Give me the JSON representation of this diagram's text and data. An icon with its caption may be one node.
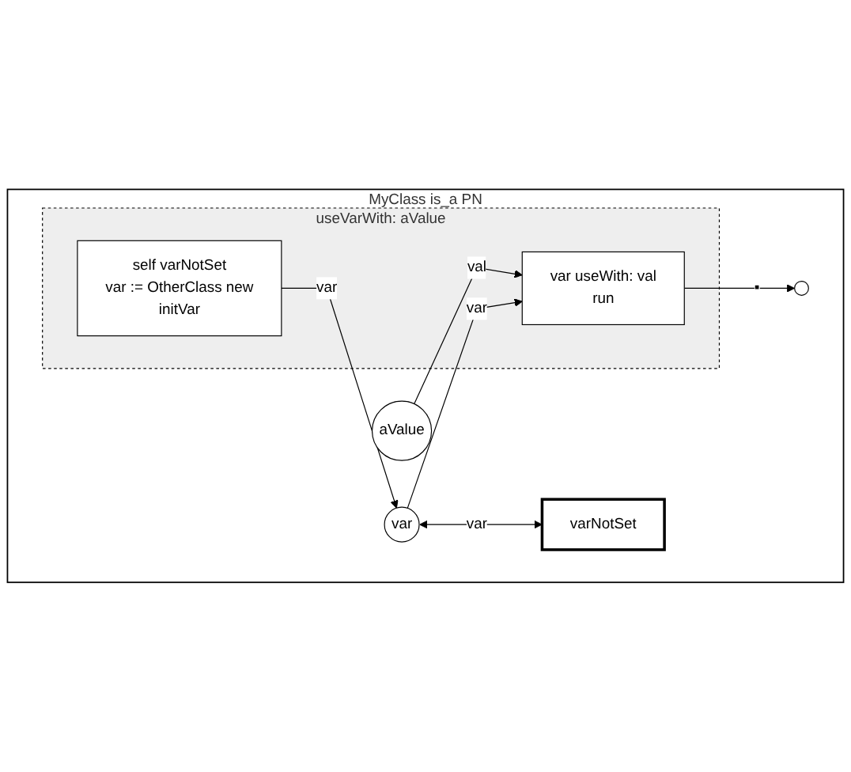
{
  "diagram": {
    "nodes": [
      {
        "text": [
          "MyClass is_a PN"
        ]
      },
      {
        "text": [
          "aValue"
        ],
        "in": 0
      },
      {
        "text": [
          "useVarWith: aValue"
        ],
        "in": 0
      },
      {
        "text": [
          "var"
        ],
        "in": 0
      },
      {
        "text": [
          "var useWith: val",
          "run"
        ],
        "in": 2
      },
      {
        "text": [],
        "shape": "circle",
        "in": 0
      },
      {
        "text": [
          "self varNotSet",
          "var := OtherClass new",
          "initVar"
        ],
        "in": 2
      },
      {
        "text": [
          "varNotSet"
        ],
        "in": 0
      }
    ],
    "edges": [
      {
        "from": 3,
        "to": 4,
        "arrow": "to",
        "label": "var"
      },
      {
        "from": 1,
        "to": 4,
        "arrow": "to",
        "label": "val"
      },
      {
        "from": 4,
        "to": 5,
        "arrow": "to",
        "label": "▪"
      },
      {
        "from": 6,
        "to": 3,
        "arrow": "to",
        "label": "var"
      },
      {
        "from": 3,
        "to": 7,
        "arrow": "both",
        "label": "var"
      }
    ]
  }
}
